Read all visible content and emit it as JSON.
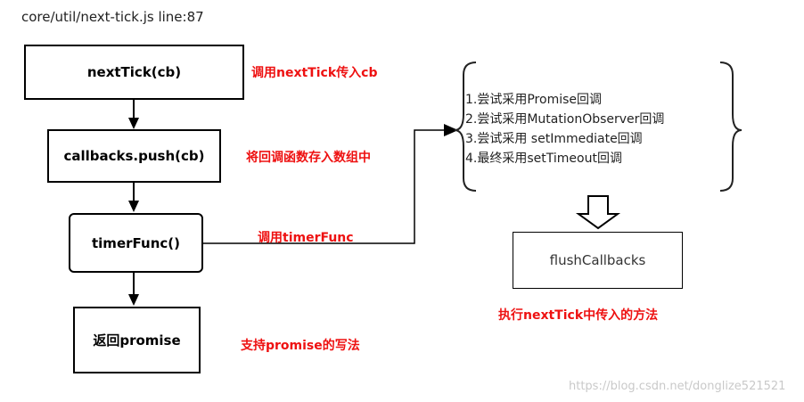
{
  "file_title": "core/util/next-tick.js line:87",
  "flow": {
    "boxes": [
      "nextTick(cb)",
      "callbacks.push(cb)",
      "timerFunc()",
      "返回promise"
    ],
    "annotations": [
      "调用nextTick传入cb",
      "将回调函数存入数组中",
      "调用timerFunc",
      "支持promise的写法"
    ]
  },
  "strategies": [
    "1.尝试采用Promise回调",
    "2.尝试采用MutationObserver回调",
    "3.尝试采用 setImmediate回调",
    "4.最终采用setTimeout回调"
  ],
  "flush": {
    "box": "flushCallbacks",
    "caption": "执行nextTick中传入的方法"
  },
  "watermark": "https://blog.csdn.net/donglize521521"
}
